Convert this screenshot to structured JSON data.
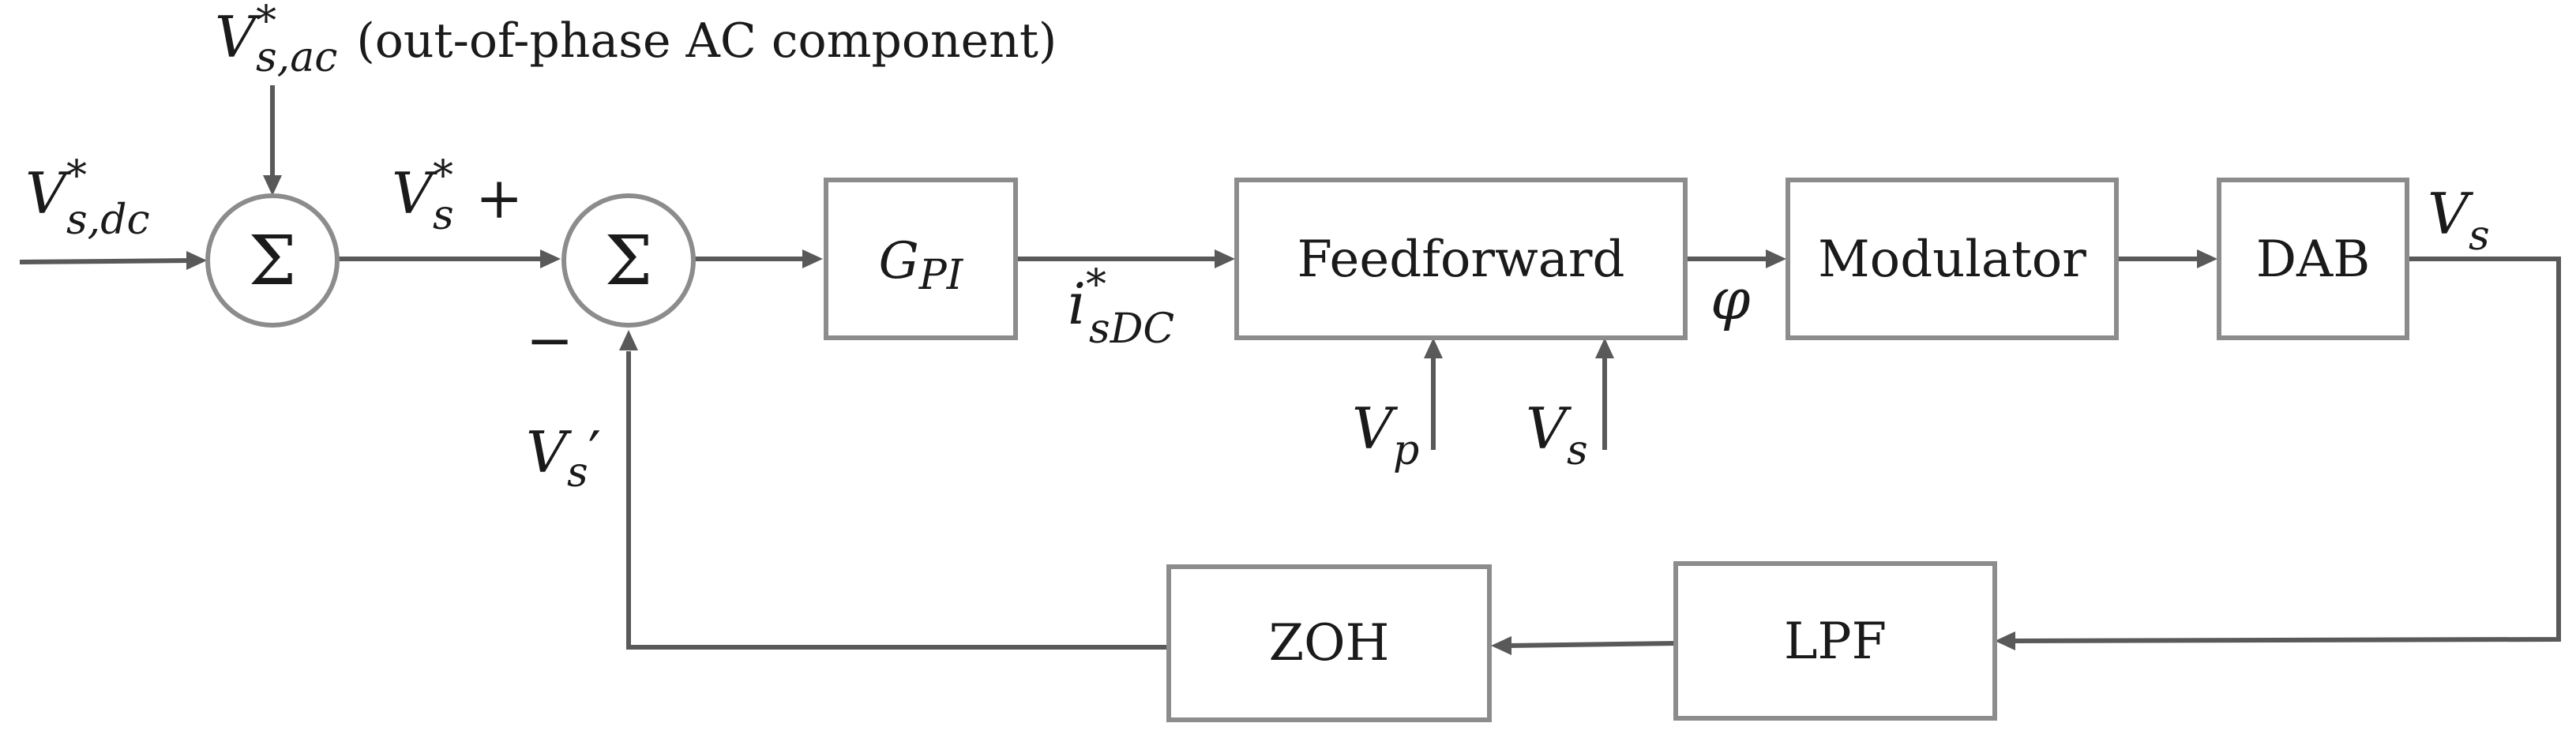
{
  "blocks": {
    "gpi": {
      "main": "G",
      "sub": "PI"
    },
    "feedforward": "Feedforward",
    "modulator": "Modulator",
    "dab": "DAB",
    "lpf": "LPF",
    "zoh": "ZOH"
  },
  "summing": {
    "symbol": "Σ"
  },
  "signals": {
    "vs_dc": {
      "main": "V",
      "sub": "s,dc",
      "sup": "*"
    },
    "vs_ac": {
      "main": "V",
      "sub": "s,ac",
      "sup": "*",
      "note": "(out-of-phase AC component)"
    },
    "vs_ref": {
      "main": "V",
      "sub": "s",
      "sup": "*"
    },
    "plus_sign": "+",
    "minus_sign": "−",
    "vs_fb": {
      "main": "V",
      "sub": "s",
      "prime": "′"
    },
    "isdc": {
      "main": "i",
      "sub": "sDC",
      "sup": "*"
    },
    "phi": "φ",
    "vp": {
      "main": "V",
      "sub": "p"
    },
    "vs_in": {
      "main": "V",
      "sub": "s"
    },
    "vs_out": {
      "main": "V",
      "sub": "s"
    }
  }
}
